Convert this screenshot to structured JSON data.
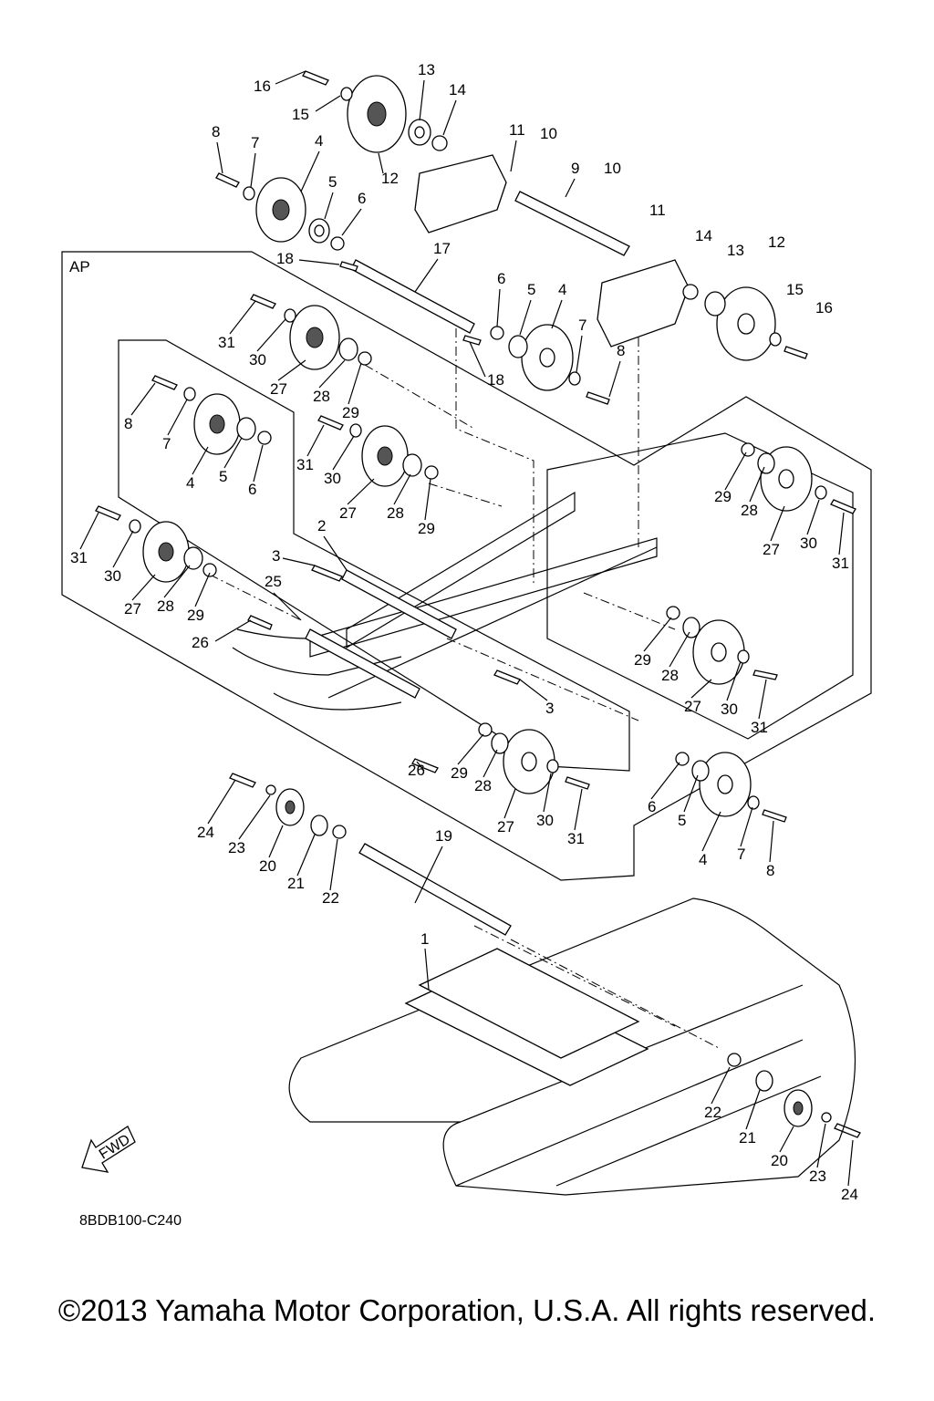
{
  "diagram": {
    "drawing_code": "8BDB100-C240",
    "ap_box_label": "AP",
    "fwd_label": "FWD",
    "part_labels": [
      "1",
      "2",
      "3",
      "3",
      "4",
      "4",
      "4",
      "4",
      "5",
      "5",
      "5",
      "5",
      "6",
      "6",
      "6",
      "6",
      "7",
      "7",
      "7",
      "7",
      "8",
      "8",
      "8",
      "8",
      "9",
      "10",
      "10",
      "11",
      "11",
      "12",
      "12",
      "13",
      "13",
      "14",
      "14",
      "15",
      "15",
      "16",
      "16",
      "17",
      "18",
      "18",
      "19",
      "20",
      "20",
      "21",
      "21",
      "22",
      "22",
      "23",
      "23",
      "24",
      "24",
      "25",
      "26",
      "26",
      "27",
      "27",
      "27",
      "27",
      "27",
      "28",
      "28",
      "28",
      "28",
      "28",
      "29",
      "29",
      "29",
      "29",
      "29",
      "30",
      "30",
      "30",
      "30",
      "30",
      "31",
      "31",
      "31",
      "31",
      "31"
    ]
  },
  "footer": {
    "copyright": "©2013 Yamaha Motor Corporation, U.S.A. All rights reserved."
  }
}
